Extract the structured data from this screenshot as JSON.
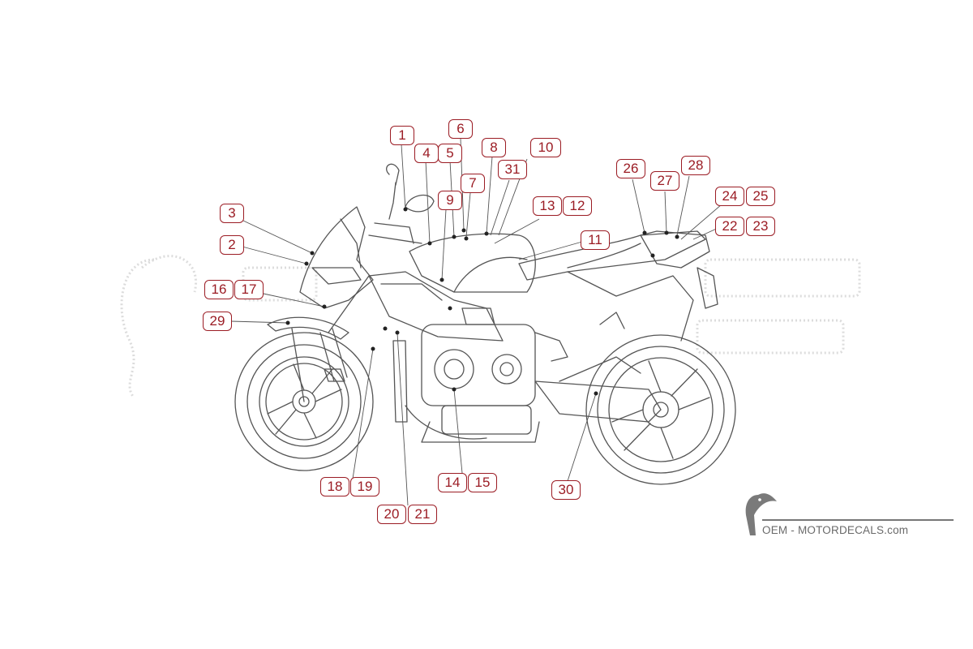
{
  "callouts": [
    {
      "id": "c1",
      "label": "1"
    },
    {
      "id": "c2",
      "label": "2"
    },
    {
      "id": "c3",
      "label": "3"
    },
    {
      "id": "c4",
      "label": "4"
    },
    {
      "id": "c5",
      "label": "5"
    },
    {
      "id": "c6",
      "label": "6"
    },
    {
      "id": "c7",
      "label": "7"
    },
    {
      "id": "c8",
      "label": "8"
    },
    {
      "id": "c9",
      "label": "9"
    },
    {
      "id": "c10",
      "label": "10"
    },
    {
      "id": "c11",
      "label": "11"
    },
    {
      "id": "c12",
      "label": "12"
    },
    {
      "id": "c13",
      "label": "13"
    },
    {
      "id": "c14",
      "label": "14"
    },
    {
      "id": "c15",
      "label": "15"
    },
    {
      "id": "c16",
      "label": "16"
    },
    {
      "id": "c17",
      "label": "17"
    },
    {
      "id": "c18",
      "label": "18"
    },
    {
      "id": "c19",
      "label": "19"
    },
    {
      "id": "c20",
      "label": "20"
    },
    {
      "id": "c21",
      "label": "21"
    },
    {
      "id": "c22",
      "label": "22"
    },
    {
      "id": "c23",
      "label": "23"
    },
    {
      "id": "c24",
      "label": "24"
    },
    {
      "id": "c25",
      "label": "25"
    },
    {
      "id": "c26",
      "label": "26"
    },
    {
      "id": "c27",
      "label": "27"
    },
    {
      "id": "c28",
      "label": "28"
    },
    {
      "id": "c29",
      "label": "29"
    },
    {
      "id": "c30",
      "label": "30"
    },
    {
      "id": "c31",
      "label": "31"
    }
  ],
  "brand": {
    "text": "OEM - MOTORDECALS.com",
    "icon": "toucan-logo-icon"
  },
  "colors": {
    "accent": "#9b1c24",
    "line": "#555555",
    "watermark": "#d9d9d9"
  }
}
